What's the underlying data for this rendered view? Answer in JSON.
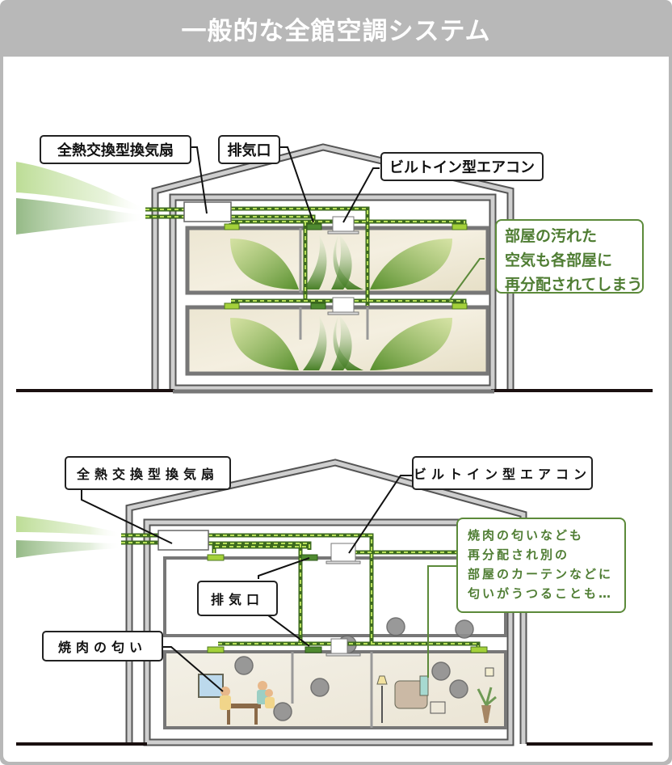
{
  "header": {
    "title": "一般的な全館空調システム",
    "background": "#b8b8b8",
    "text_color": "#ffffff"
  },
  "colors": {
    "note_border": "#5c8a3a",
    "note_text": "#4f7d33",
    "wall": "#c8c8c8",
    "duct_green": "#7fbf2a",
    "vent_light": "#a4d13a",
    "vent_dark": "#4f8a30"
  },
  "diagram_top": {
    "labels": {
      "heat_exchanger": "全熱交換型換気扇",
      "exhaust_port": "排気口",
      "builtin_ac": "ビルトイン型エアコン"
    },
    "note": {
      "lines": [
        "部屋の汚れた",
        "空気も各部屋に",
        "再分配されてしまう"
      ]
    }
  },
  "diagram_bottom": {
    "labels": {
      "heat_exchanger": "全熱交換型換気扇",
      "builtin_ac": "ビルトイン型エアコン",
      "exhaust_port": "排気口",
      "yakiniku_smell": "焼肉の匂い"
    },
    "note": {
      "lines": [
        "焼肉の匂いなども",
        "再分配され別の",
        "部屋のカーテンなどに",
        "匂いがうつることも…"
      ]
    }
  }
}
